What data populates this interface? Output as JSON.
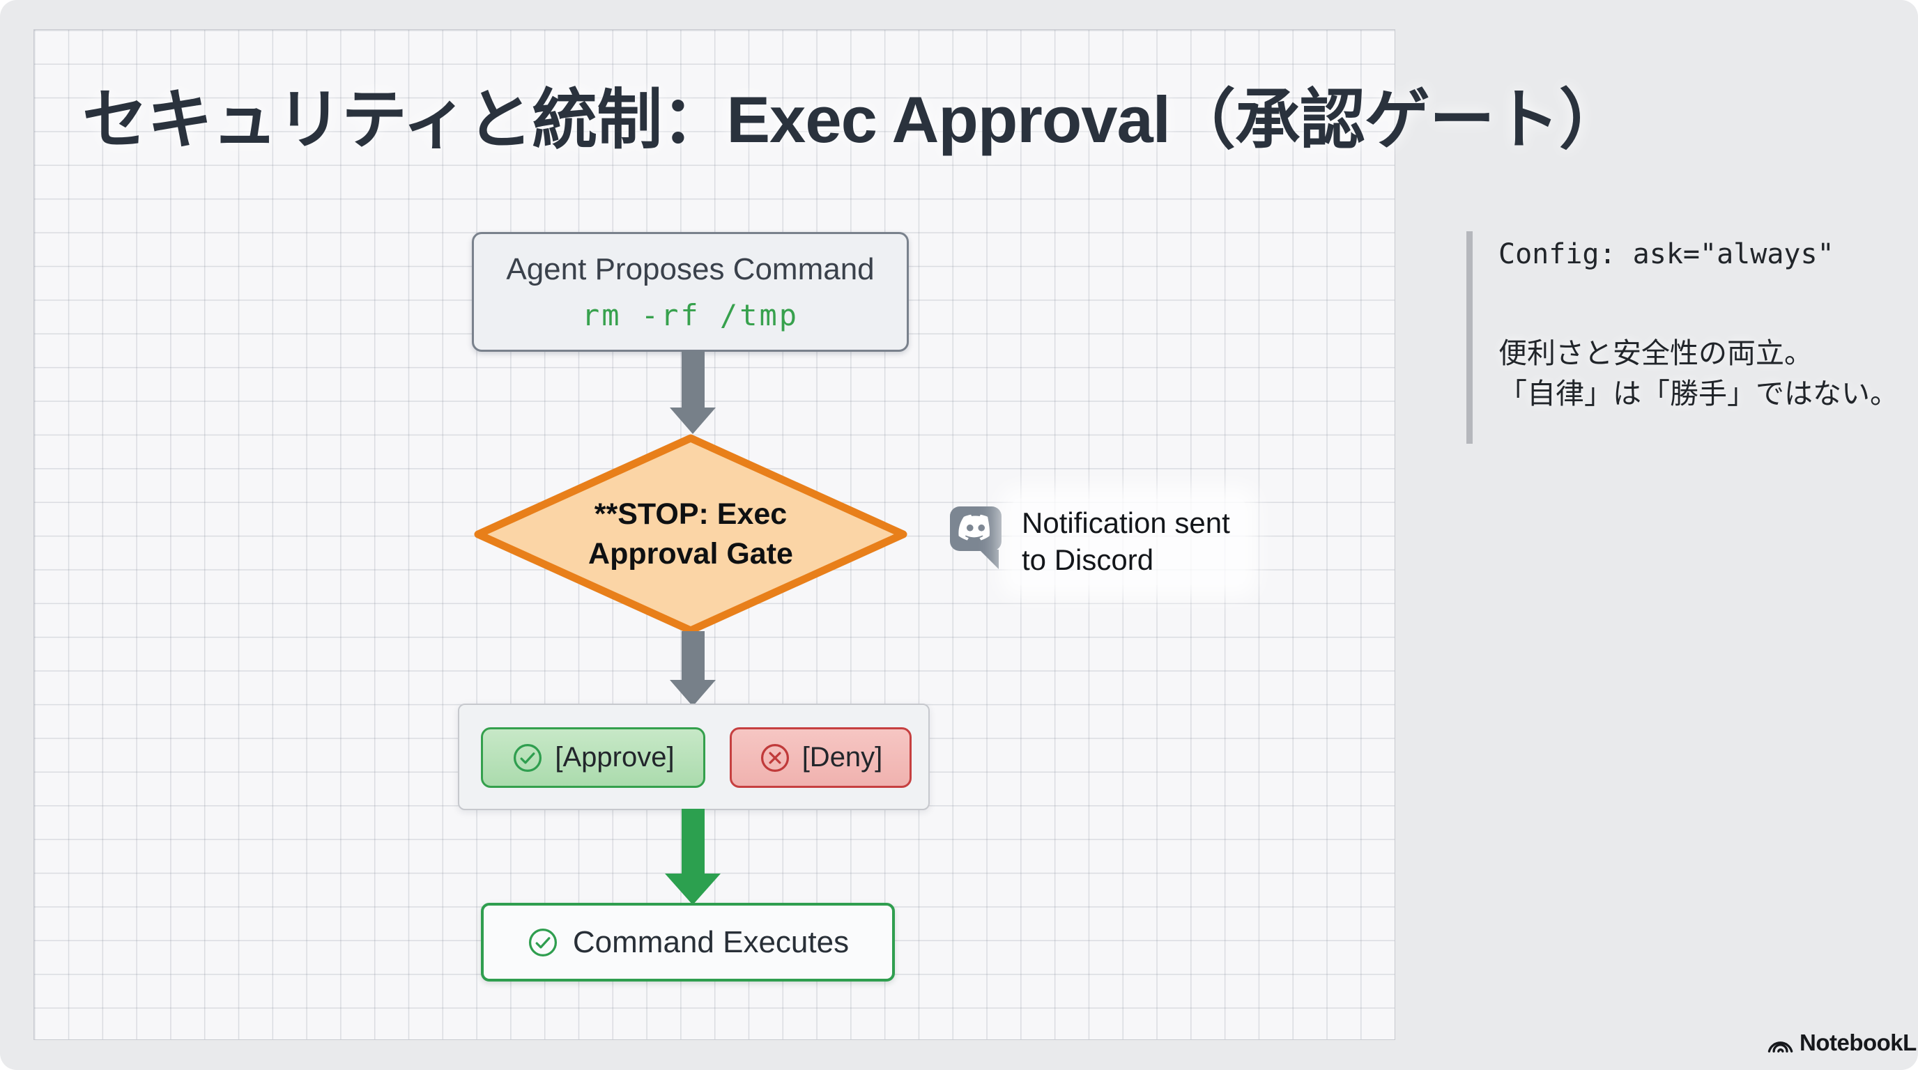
{
  "title": "セキュリティと統制：Exec Approval（承認ゲート）",
  "flow": {
    "propose": {
      "heading": "Agent Proposes Command",
      "command": "rm -rf /tmp"
    },
    "gate": {
      "line1": "**STOP: Exec",
      "line2": "Approval Gate"
    },
    "notification": {
      "line1": "Notification sent",
      "line2": "to Discord"
    },
    "decision": {
      "approve_label": "[Approve]",
      "deny_label": "[Deny]"
    },
    "result": {
      "label": "Command Executes"
    }
  },
  "side_note": {
    "config": "Config: ask=\"always\"",
    "text_line1": "便利さと安全性の両立。",
    "text_line2": "「自律」は「勝手」ではない。"
  },
  "branding": {
    "label": "NotebookLM"
  },
  "colors": {
    "gate_border": "#e87f1a",
    "gate_fill": "#fbd5a6",
    "approve_green": "#34a04c",
    "approve_fill": "#b9e2ba",
    "deny_red": "#c64040",
    "deny_fill": "#f3bdba",
    "arrow_gray": "#778089",
    "arrow_green": "#2ca04f",
    "command_green": "#37a14d",
    "canvas_bg": "#f7f7f9",
    "page_bg": "#e9eaec"
  }
}
